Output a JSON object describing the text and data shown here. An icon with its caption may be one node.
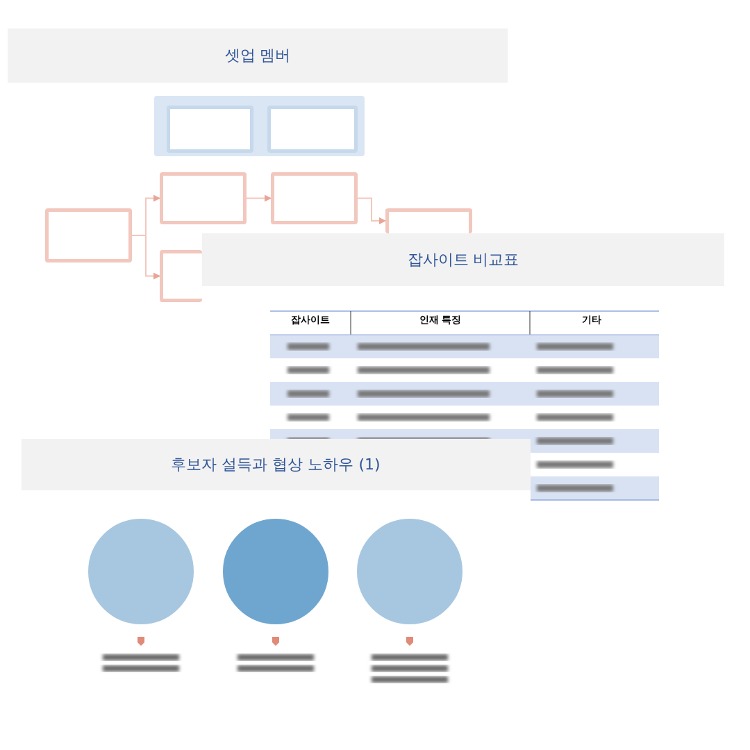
{
  "diagram": {
    "nodes": [
      {
        "text": [],
        "shape": "box"
      },
      {
        "text": [],
        "shape": "box",
        "in": 0
      },
      {
        "text": [],
        "shape": "box",
        "in": 0
      },
      {
        "text": [],
        "shape": "box"
      },
      {
        "text": [],
        "shape": "box"
      },
      {
        "text": [],
        "shape": "box"
      },
      {
        "text": [],
        "shape": "box"
      },
      {
        "text": [],
        "shape": "box"
      },
      {
        "text": [],
        "shape": "circle"
      },
      {
        "text": [],
        "shape": "circle"
      },
      {
        "text": [],
        "shape": "circle"
      }
    ],
    "edges": [
      {
        "from": 3,
        "to": 4,
        "arrow": "to"
      },
      {
        "from": 3,
        "to": 7,
        "arrow": "to"
      },
      {
        "from": 4,
        "to": 5,
        "arrow": "to"
      },
      {
        "from": 5,
        "to": 6,
        "arrow": "to"
      }
    ],
    "labels": [
      "셋업 멤버",
      "잡사이트 비교표",
      "잡사이트",
      "인재 특징",
      "기타",
      "후보자 설득과 협상 노하우 (1)"
    ]
  }
}
